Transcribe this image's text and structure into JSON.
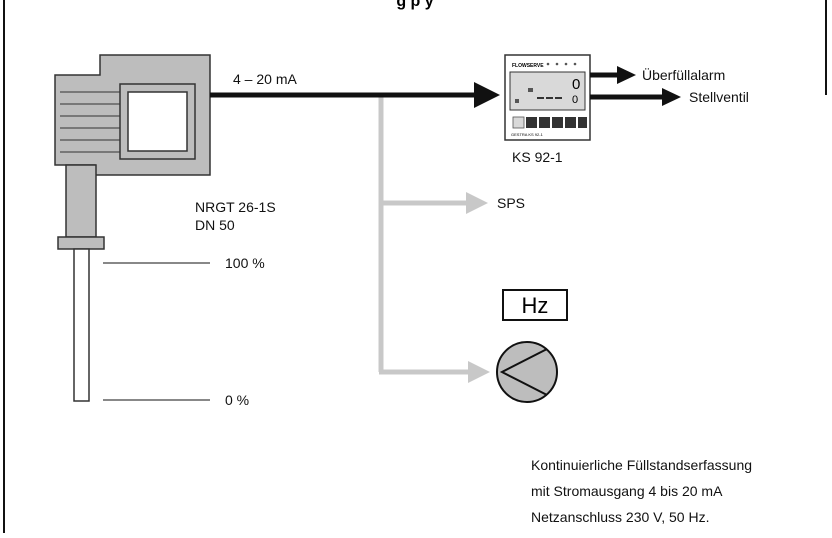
{
  "title_fragment": "g                 p          y",
  "signal_label": "4 – 20 mA",
  "sensor": {
    "model": "NRGT 26-1S",
    "size": "DN 50"
  },
  "levels": {
    "high": "100 %",
    "low": "0 %"
  },
  "controller": {
    "model": "KS 92-1",
    "brand": "FLOWSERVE",
    "display_top": "0",
    "display_bottom": "0",
    "footer": "GESTRA KS 92-1"
  },
  "outputs": {
    "alarm": "Überfüllalarm",
    "valve": "Stellventil"
  },
  "plc_label": "SPS",
  "vfd_label": "Hz",
  "notes": [
    "Kontinuierliche Füllstandserfassung",
    "mit Stromausgang 4 bis 20 mA",
    "Netzanschluss 230 V, 50 Hz."
  ],
  "colors": {
    "line": "#111111",
    "branch": "#c8c8c8",
    "housing": "#bdbdbd",
    "panel": "#d9d9d9"
  }
}
